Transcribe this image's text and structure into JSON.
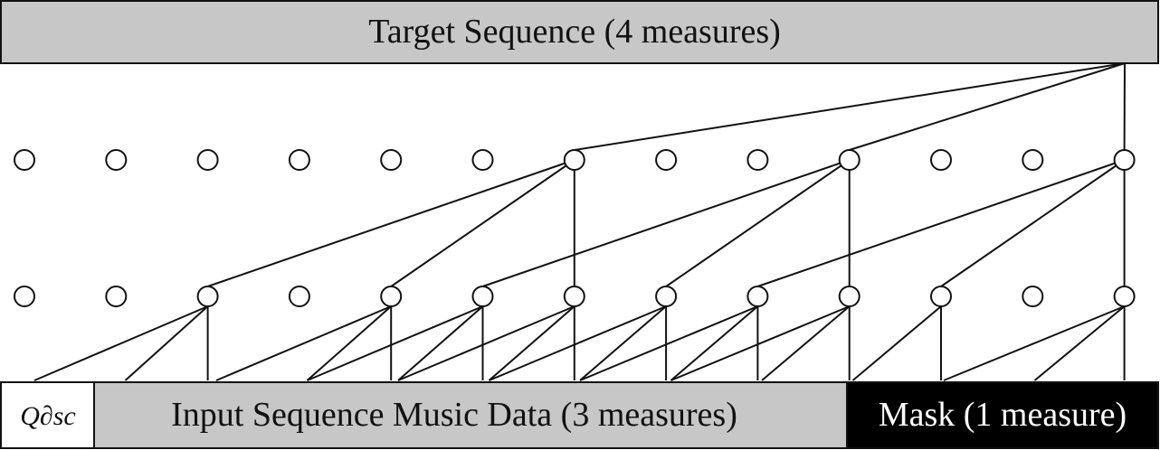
{
  "target": {
    "label": "Target Sequence (4 measures)"
  },
  "qasc": {
    "label": "Q∂sc"
  },
  "input": {
    "label": "Input Sequence Music Data (3 measures)"
  },
  "mask": {
    "label": "Mask (1 measure)"
  },
  "layers": {
    "count_per_row": 13,
    "upper_active": [
      6,
      9,
      12
    ],
    "lower_active": [
      2,
      4,
      5,
      6,
      7,
      8,
      9,
      10,
      12
    ]
  },
  "connections": {
    "target_to_upper": [
      6,
      9,
      12
    ],
    "upper_to_lower": [
      [
        6,
        2
      ],
      [
        6,
        4
      ],
      [
        6,
        6
      ],
      [
        9,
        5
      ],
      [
        9,
        7
      ],
      [
        9,
        9
      ],
      [
        12,
        8
      ],
      [
        12,
        10
      ],
      [
        12,
        12
      ]
    ],
    "lower_to_input": [
      [
        2,
        0
      ],
      [
        2,
        1
      ],
      [
        2,
        2
      ],
      [
        4,
        2
      ],
      [
        4,
        3
      ],
      [
        4,
        4
      ],
      [
        5,
        3
      ],
      [
        5,
        4
      ],
      [
        5,
        5
      ],
      [
        6,
        4
      ],
      [
        6,
        5
      ],
      [
        6,
        6
      ],
      [
        7,
        5
      ],
      [
        7,
        6
      ],
      [
        7,
        7
      ],
      [
        8,
        6
      ],
      [
        8,
        7
      ],
      [
        8,
        8
      ],
      [
        9,
        7
      ],
      [
        9,
        8
      ],
      [
        9,
        9
      ],
      [
        10,
        9
      ],
      [
        10,
        10
      ],
      [
        12,
        10
      ],
      [
        12,
        11
      ],
      [
        12,
        12
      ]
    ]
  },
  "colors": {
    "box_gray": "#c7c7c7",
    "mask_black": "#000000",
    "stroke": "#111111",
    "text_dark": "#111111",
    "text_light": "#ffffff"
  }
}
